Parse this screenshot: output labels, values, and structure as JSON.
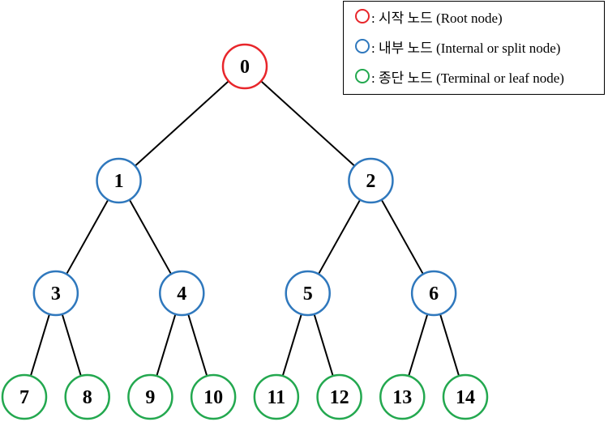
{
  "colors": {
    "root": "#e8262b",
    "internal": "#2f78bd",
    "terminal": "#23a84f"
  },
  "legend": [
    {
      "kind": "root",
      "text": ": 시작 노드 (Root node)"
    },
    {
      "kind": "internal",
      "text": ": 내부 노드 (Internal or split node)"
    },
    {
      "kind": "terminal",
      "text": ": 종단 노드 (Terminal or leaf node)"
    }
  ],
  "nodes": [
    {
      "id": "0",
      "label": "0",
      "kind": "root",
      "parent": null
    },
    {
      "id": "1",
      "label": "1",
      "kind": "internal",
      "parent": "0"
    },
    {
      "id": "2",
      "label": "2",
      "kind": "internal",
      "parent": "0"
    },
    {
      "id": "3",
      "label": "3",
      "kind": "internal",
      "parent": "1"
    },
    {
      "id": "4",
      "label": "4",
      "kind": "internal",
      "parent": "1"
    },
    {
      "id": "5",
      "label": "5",
      "kind": "internal",
      "parent": "2"
    },
    {
      "id": "6",
      "label": "6",
      "kind": "internal",
      "parent": "2"
    },
    {
      "id": "7",
      "label": "7",
      "kind": "terminal",
      "parent": "3"
    },
    {
      "id": "8",
      "label": "8",
      "kind": "terminal",
      "parent": "3"
    },
    {
      "id": "9",
      "label": "9",
      "kind": "terminal",
      "parent": "4"
    },
    {
      "id": "10",
      "label": "10",
      "kind": "terminal",
      "parent": "4"
    },
    {
      "id": "11",
      "label": "11",
      "kind": "terminal",
      "parent": "5"
    },
    {
      "id": "12",
      "label": "12",
      "kind": "terminal",
      "parent": "5"
    },
    {
      "id": "13",
      "label": "13",
      "kind": "terminal",
      "parent": "6"
    },
    {
      "id": "14",
      "label": "14",
      "kind": "terminal",
      "parent": "6"
    }
  ]
}
